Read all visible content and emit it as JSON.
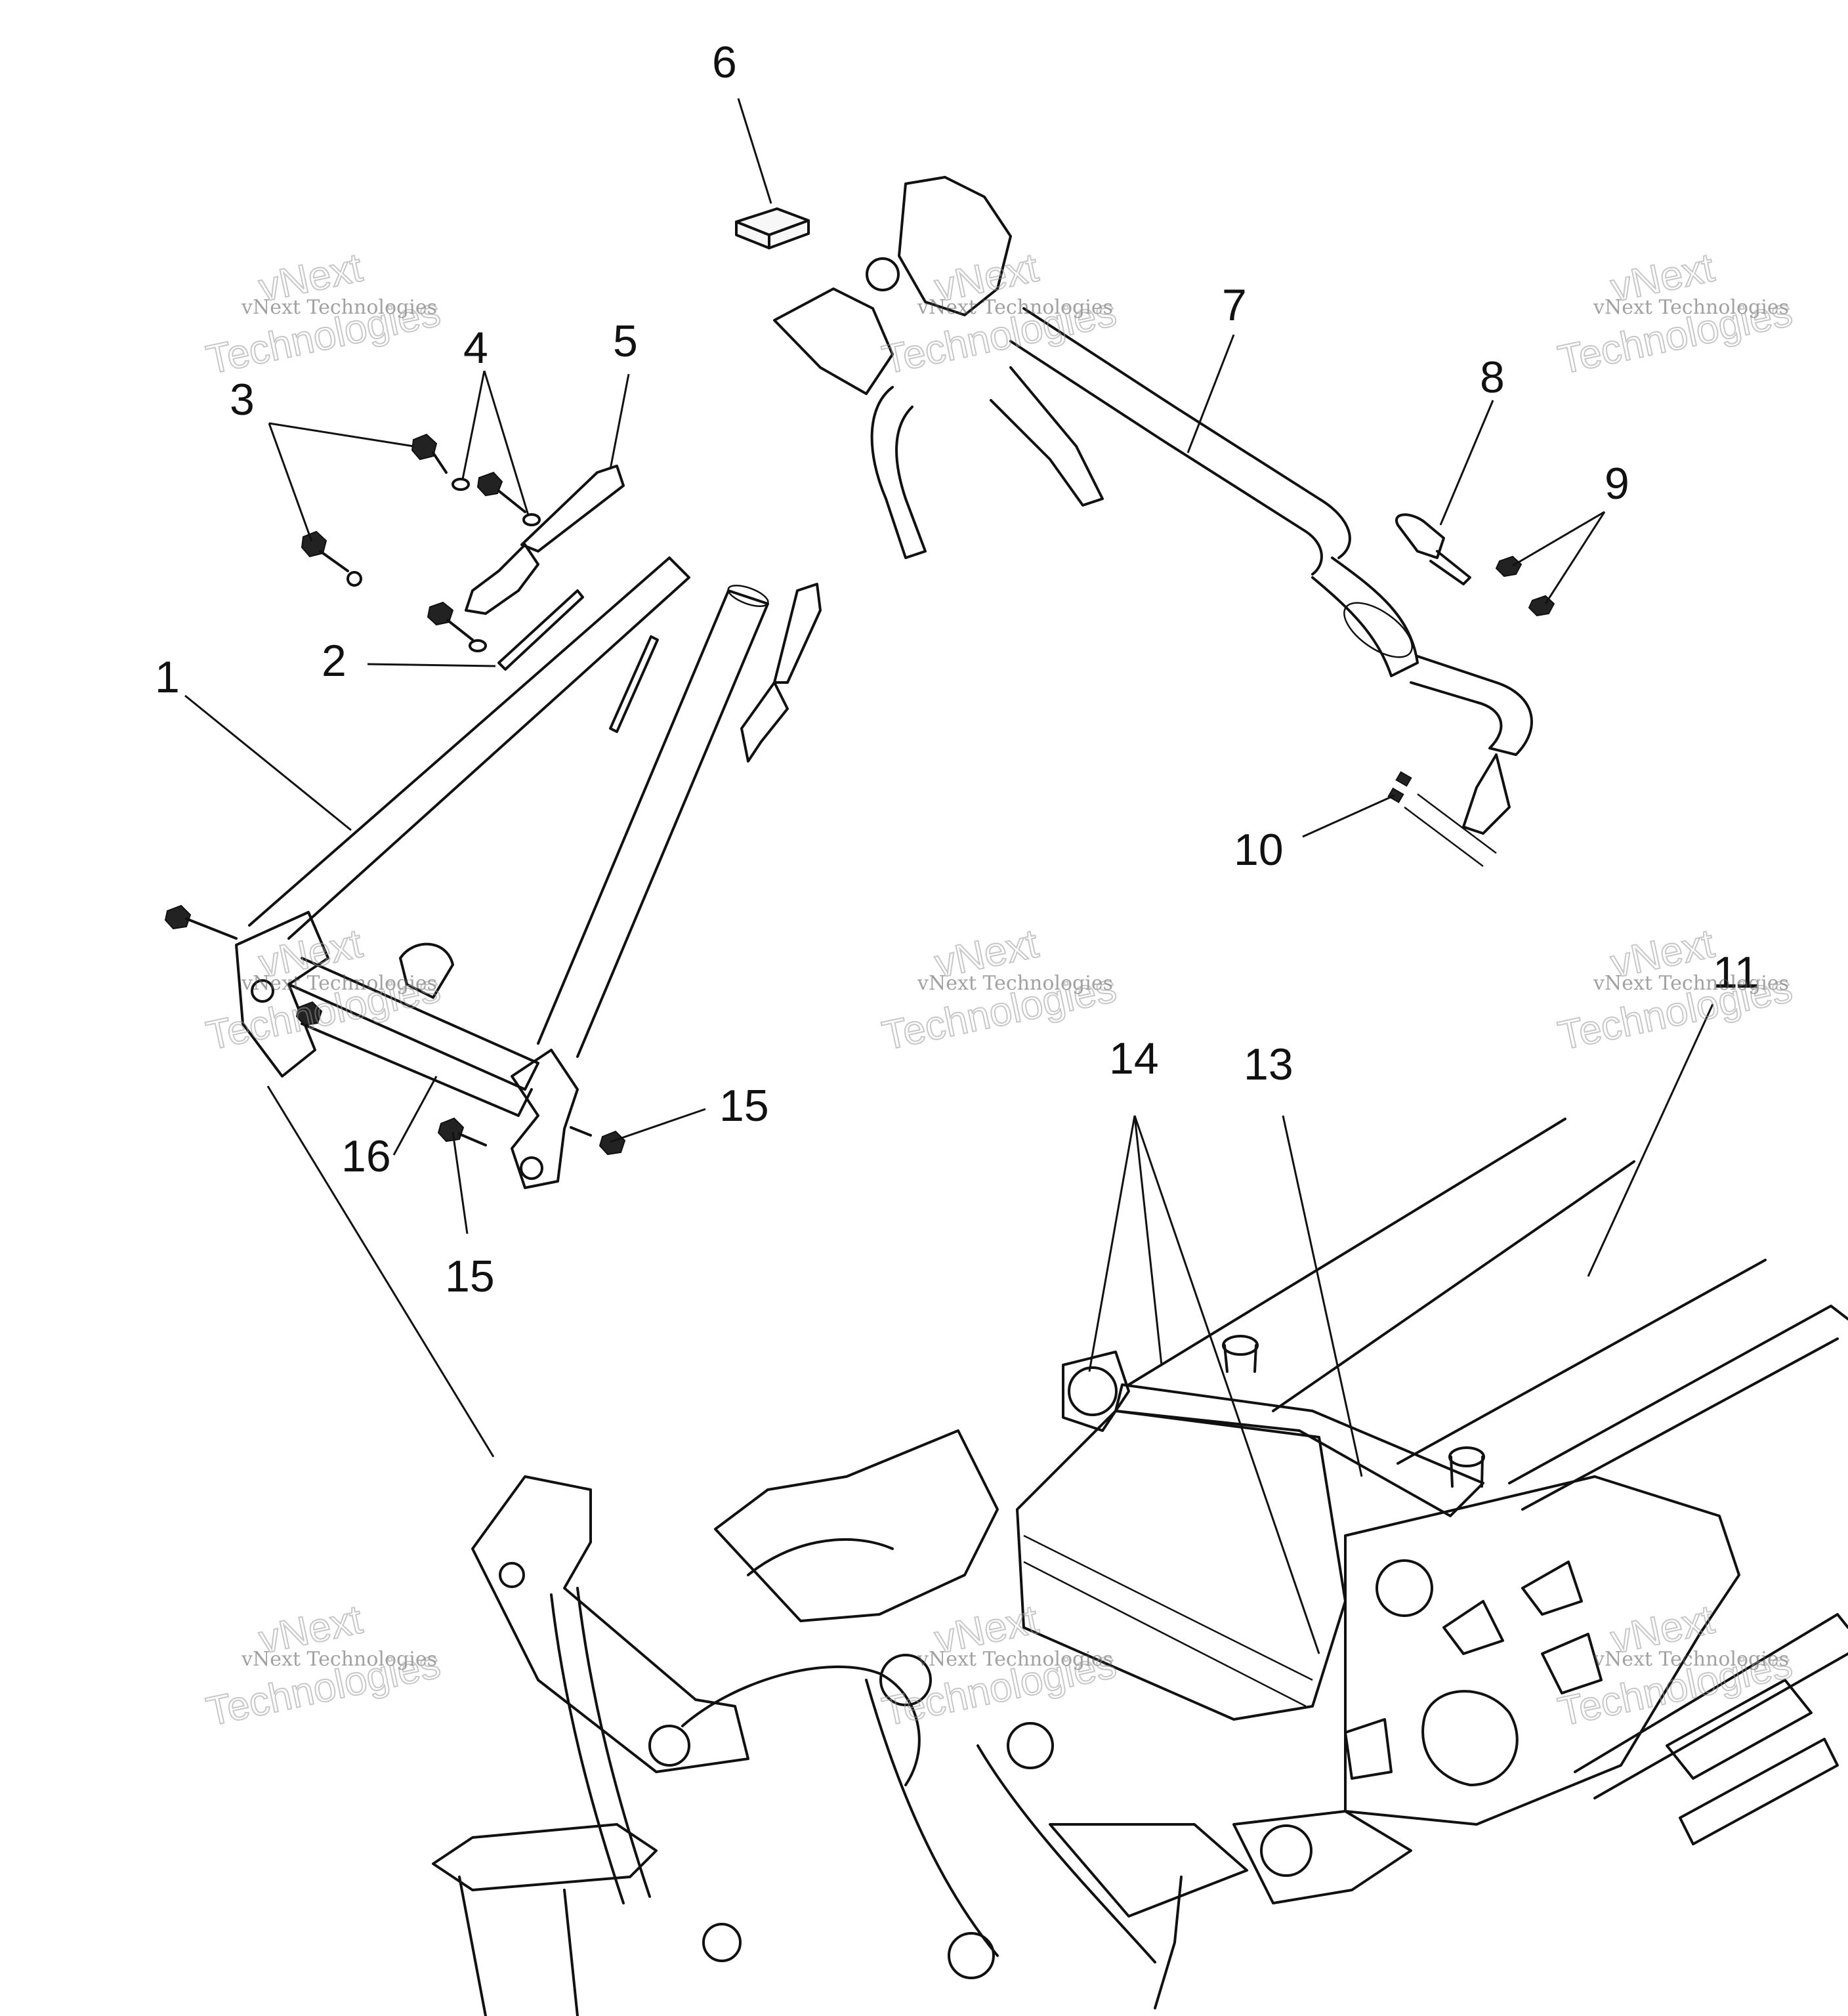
{
  "callouts": [
    {
      "id": "c1",
      "label": "1"
    },
    {
      "id": "c2",
      "label": "2"
    },
    {
      "id": "c3",
      "label": "3"
    },
    {
      "id": "c4",
      "label": "4"
    },
    {
      "id": "c5",
      "label": "5"
    },
    {
      "id": "c6",
      "label": "6"
    },
    {
      "id": "c7",
      "label": "7"
    },
    {
      "id": "c8",
      "label": "8"
    },
    {
      "id": "c9",
      "label": "9"
    },
    {
      "id": "c10",
      "label": "10"
    },
    {
      "id": "c11",
      "label": "11"
    },
    {
      "id": "c13",
      "label": "13"
    },
    {
      "id": "c14",
      "label": "14"
    },
    {
      "id": "c15a",
      "label": "15"
    },
    {
      "id": "c15b",
      "label": "15"
    },
    {
      "id": "c16",
      "label": "16"
    }
  ],
  "watermark": {
    "line1": "vNext Technologies",
    "word1": "vNext",
    "word2": "Technologies"
  }
}
